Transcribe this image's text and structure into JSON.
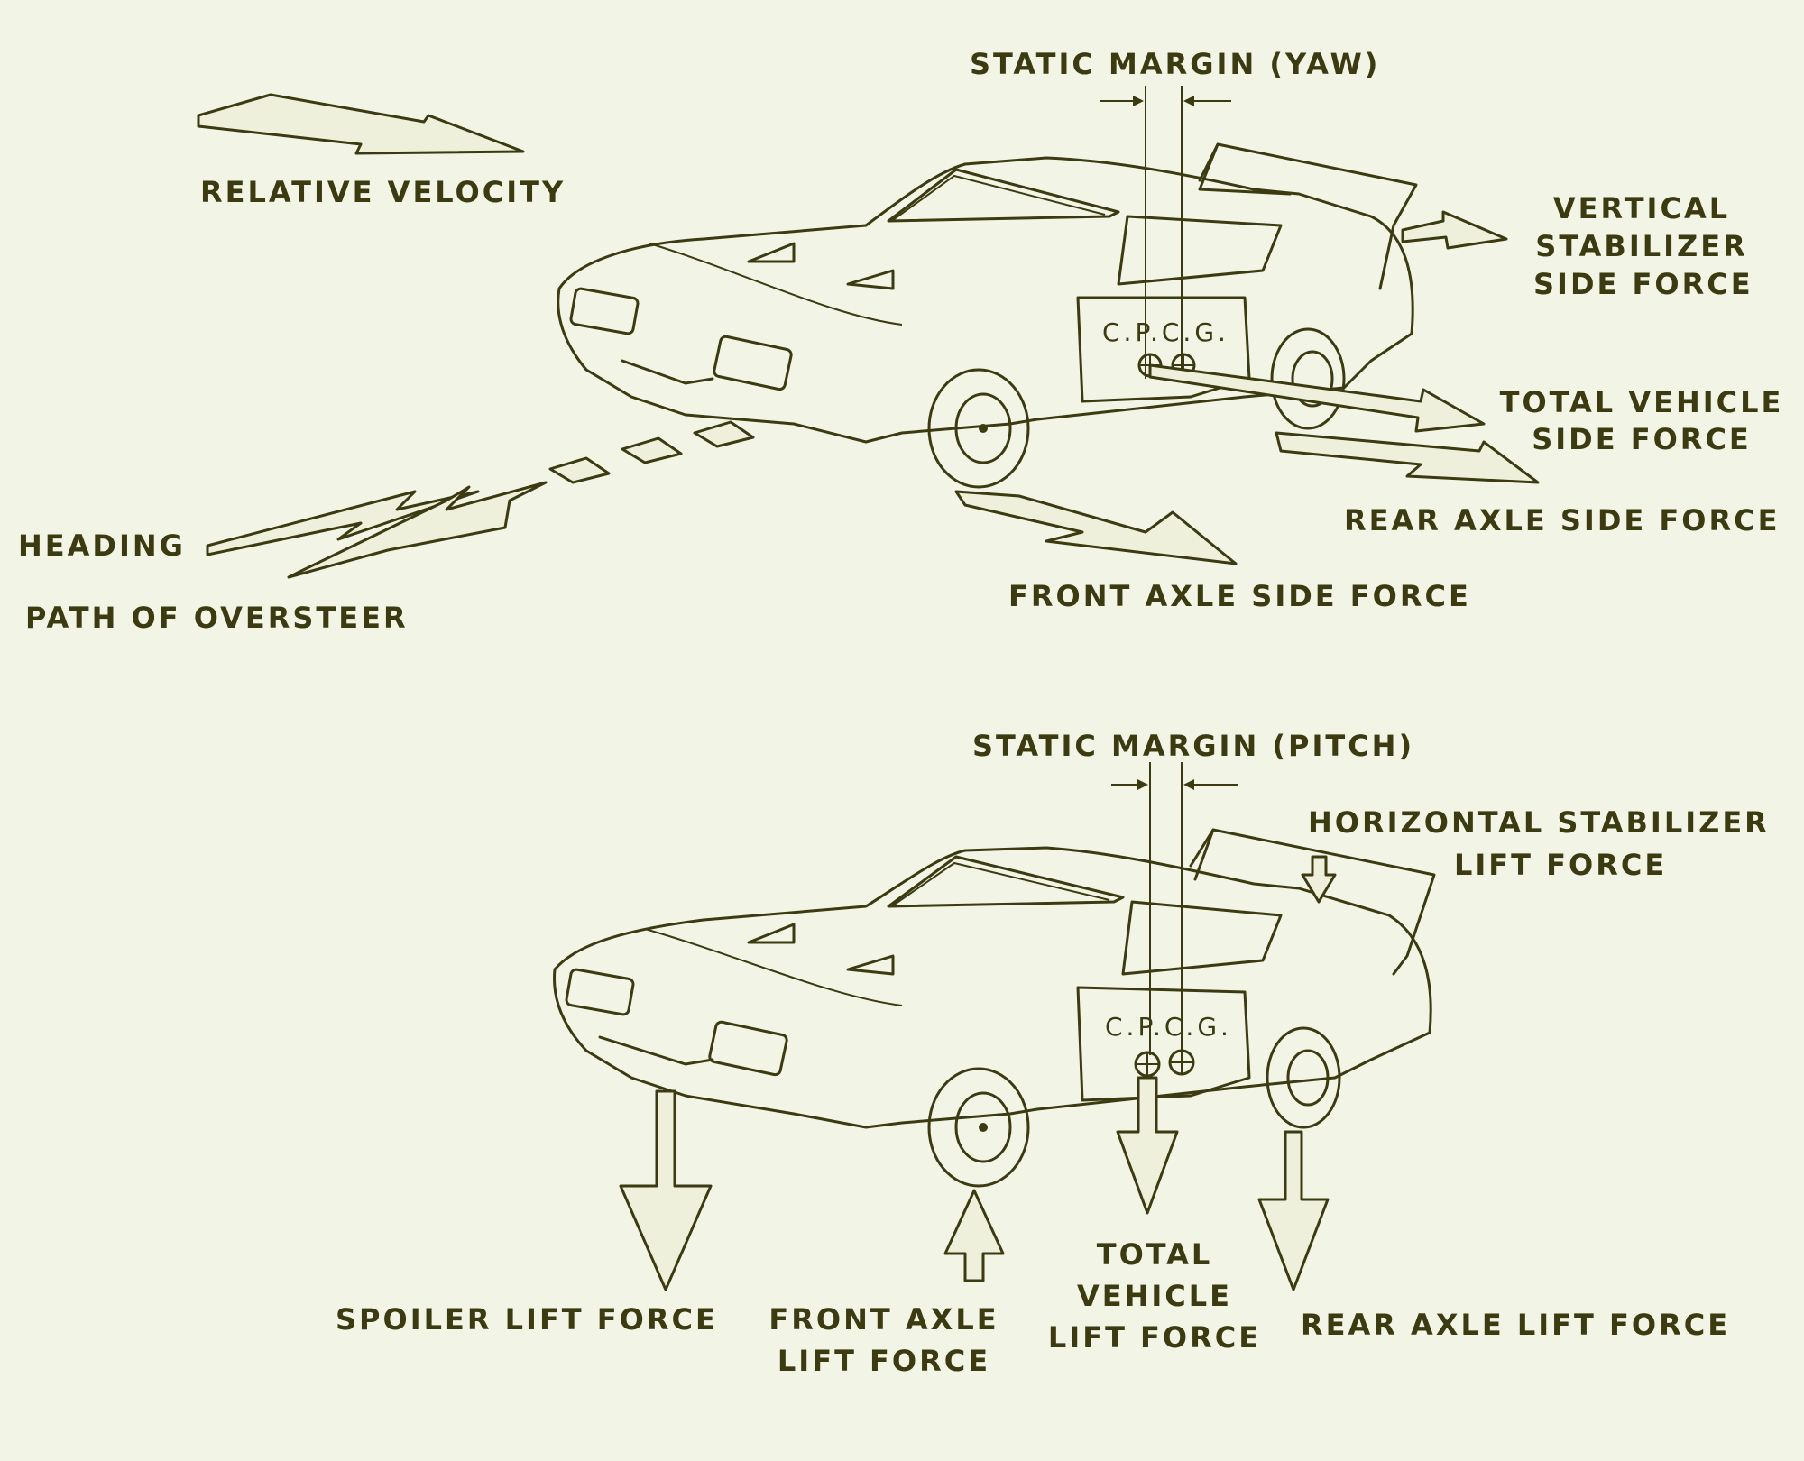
{
  "top_diagram": {
    "static_margin": "STATIC MARGIN (YAW)",
    "relative_velocity": "RELATIVE VELOCITY",
    "vertical_stabilizer": [
      "VERTICAL",
      "STABILIZER",
      "SIDE FORCE"
    ],
    "total_vehicle_side_force": [
      "TOTAL VEHICLE",
      "SIDE FORCE"
    ],
    "rear_axle_side_force": "REAR AXLE SIDE FORCE",
    "front_axle_side_force": "FRONT AXLE SIDE FORCE",
    "heading": "HEADING",
    "path_of_oversteer": "PATH OF OVERSTEER",
    "cpcg": "C.P.C.G."
  },
  "bottom_diagram": {
    "static_margin": "STATIC MARGIN (PITCH)",
    "horizontal_stabilizer": [
      "HORIZONTAL STABILIZER",
      "LIFT FORCE"
    ],
    "spoiler_lift_force": "SPOILER LIFT FORCE",
    "front_axle_lift_force": [
      "FRONT AXLE",
      "LIFT FORCE"
    ],
    "total_vehicle_lift_force": [
      "TOTAL",
      "VEHICLE",
      "LIFT FORCE"
    ],
    "rear_axle_lift_force": "REAR AXLE LIFT FORCE",
    "cpcg": "C.P.C.G."
  },
  "colors": {
    "paper": "#f2f4e6",
    "ink": "#3b3a10"
  }
}
